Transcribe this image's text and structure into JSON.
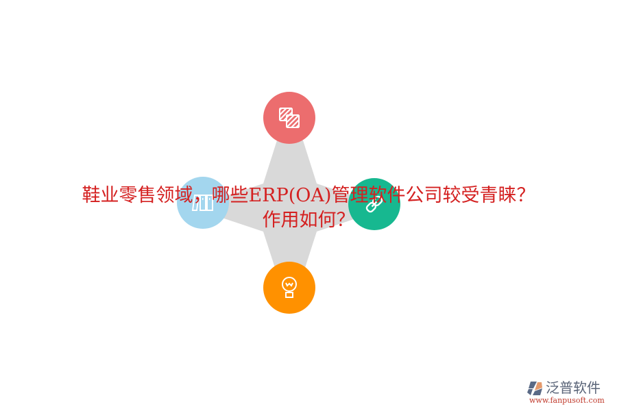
{
  "title": {
    "line1": "鞋业零售领域，哪些ERP(OA)管理软件公司较受青睐？",
    "line2": "作用如何？",
    "color": "#d42020"
  },
  "diagram": {
    "connector_color": "#d9d9d9",
    "nodes": [
      {
        "position": "top",
        "icon": "copy-squares-icon",
        "color": "#ec6d6e"
      },
      {
        "position": "left",
        "icon": "columns-icon",
        "color": "#a3d6ee"
      },
      {
        "position": "right",
        "icon": "link-icon",
        "color": "#17b890"
      },
      {
        "position": "bottom",
        "icon": "lightbulb-icon",
        "color": "#ff9100"
      }
    ]
  },
  "logo": {
    "name": "泛普软件",
    "url": "www.fanpusoft.com",
    "name_color": "#5a6478",
    "url_color": "#c0392b"
  }
}
